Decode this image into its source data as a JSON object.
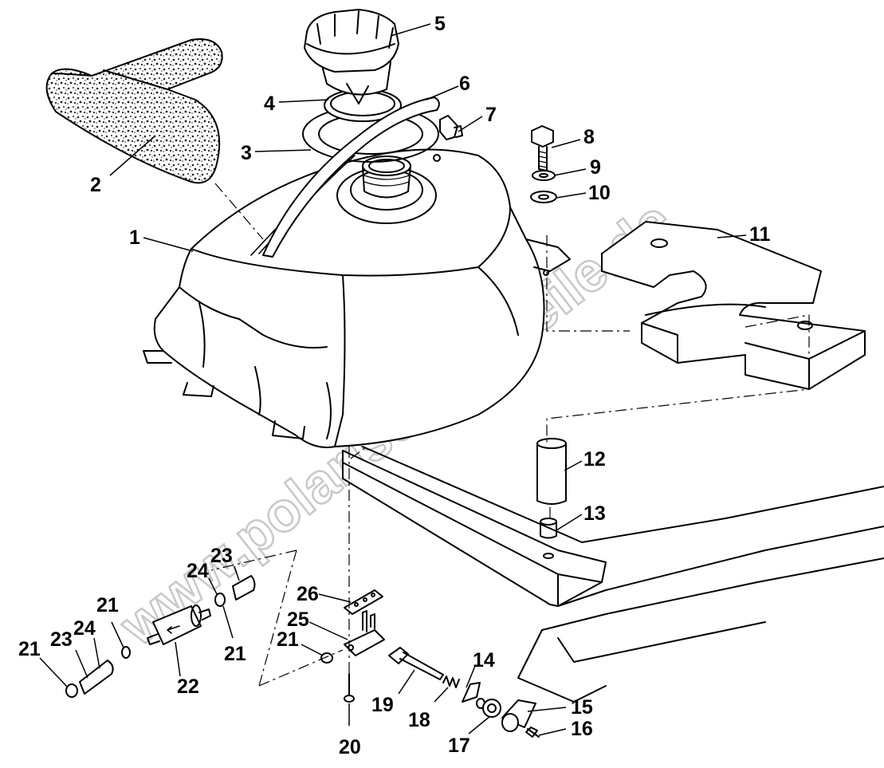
{
  "watermark": "www.polarisersatzteile.de",
  "callouts": [
    {
      "id": "1",
      "label": "1"
    },
    {
      "id": "2",
      "label": "2"
    },
    {
      "id": "3",
      "label": "3"
    },
    {
      "id": "4",
      "label": "4"
    },
    {
      "id": "5",
      "label": "5"
    },
    {
      "id": "6",
      "label": "6"
    },
    {
      "id": "7",
      "label": "7"
    },
    {
      "id": "8",
      "label": "8"
    },
    {
      "id": "9",
      "label": "9"
    },
    {
      "id": "10",
      "label": "10"
    },
    {
      "id": "11",
      "label": "11"
    },
    {
      "id": "12",
      "label": "12"
    },
    {
      "id": "13",
      "label": "13"
    },
    {
      "id": "14",
      "label": "14"
    },
    {
      "id": "15",
      "label": "15"
    },
    {
      "id": "16",
      "label": "16"
    },
    {
      "id": "17",
      "label": "17"
    },
    {
      "id": "18",
      "label": "18"
    },
    {
      "id": "19",
      "label": "19"
    },
    {
      "id": "20",
      "label": "20"
    },
    {
      "id": "21a",
      "label": "21"
    },
    {
      "id": "21b",
      "label": "21"
    },
    {
      "id": "21c",
      "label": "21"
    },
    {
      "id": "21d",
      "label": "21"
    },
    {
      "id": "22",
      "label": "22"
    },
    {
      "id": "23a",
      "label": "23"
    },
    {
      "id": "23b",
      "label": "23"
    },
    {
      "id": "24a",
      "label": "24"
    },
    {
      "id": "24b",
      "label": "24"
    },
    {
      "id": "25",
      "label": "25"
    },
    {
      "id": "26",
      "label": "26"
    }
  ]
}
